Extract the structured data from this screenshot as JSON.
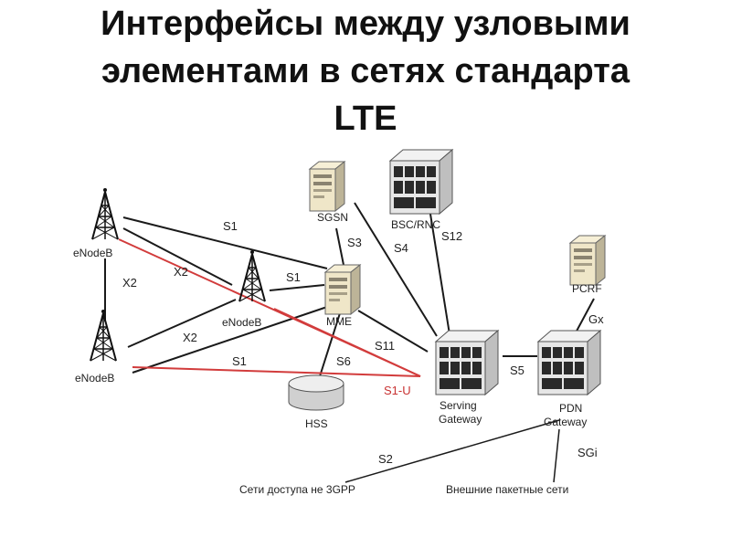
{
  "title": {
    "line1": "Интерфейсы между узловыми",
    "line2": "элементами в сетях стандарта",
    "line3": "LTE"
  },
  "nodes": {
    "enodeb_top": "eNodeB",
    "enodeb_middle": "eNodeB",
    "enodeb_bottom": "eNodeB",
    "sgsn": "SGSN",
    "bsc_rnc": "BSC/RNC",
    "mme": "MME",
    "hss": "HSS",
    "serving_gateway_1": "Serving",
    "serving_gateway_2": "Gateway",
    "pdn_gateway_1": "PDN",
    "pdn_gateway_2": "Gateway",
    "pcrf": "PCRF",
    "non_3gpp": "Сети доступа не 3GPP",
    "external_networks": "Внешние пакетные сети"
  },
  "interfaces": {
    "s1_top": "S1",
    "s1_mid": "S1",
    "s1_bottom": "S1",
    "x2_vertical": "X2",
    "x2_diag_top": "X2",
    "x2_diag_bottom": "X2",
    "s3": "S3",
    "s4": "S4",
    "s12": "S12",
    "s11": "S11",
    "s6": "S6",
    "s5": "S5",
    "gx": "Gx",
    "s2": "S2",
    "sgi": "SGi",
    "s1u": "S1-U"
  },
  "colors": {
    "line": "#1a1a1a",
    "s1u_line": "#d23c3c",
    "s1u_label": "#c83232",
    "server_light": "#efe6c8",
    "server_dark": "#cfcfcf"
  }
}
